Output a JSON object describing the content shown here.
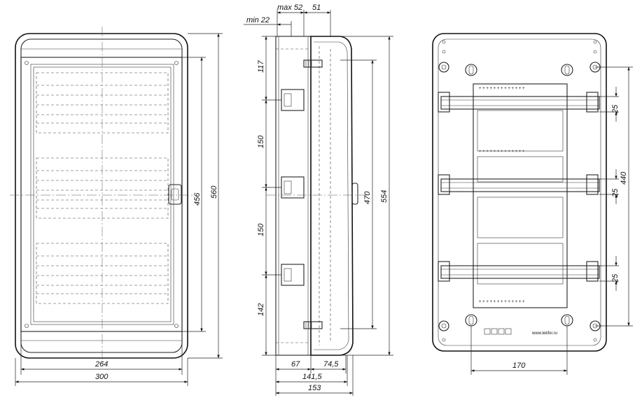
{
  "front_view": {
    "width_total": "300",
    "width_inner": "264",
    "height_total": "560",
    "height_inner": "456"
  },
  "side_view": {
    "depth_max": "max 52",
    "depth_top": "51",
    "depth_min": "min 22",
    "rail_offset_top": "117",
    "rail_pitch_1": "150",
    "rail_pitch_2": "150",
    "rail_offset_bottom": "142",
    "height_inner": "470",
    "height_total": "554",
    "depth_base": "67",
    "depth_door": "74,5",
    "depth_body": "141,5",
    "depth_total": "153"
  },
  "rear_view": {
    "rail_height_1": "25",
    "rail_height_2": "25",
    "rail_height_3": "25",
    "mount_pitch_vertical": "440",
    "mount_pitch_horizontal": "170",
    "website": "www.tekfor.ru"
  }
}
